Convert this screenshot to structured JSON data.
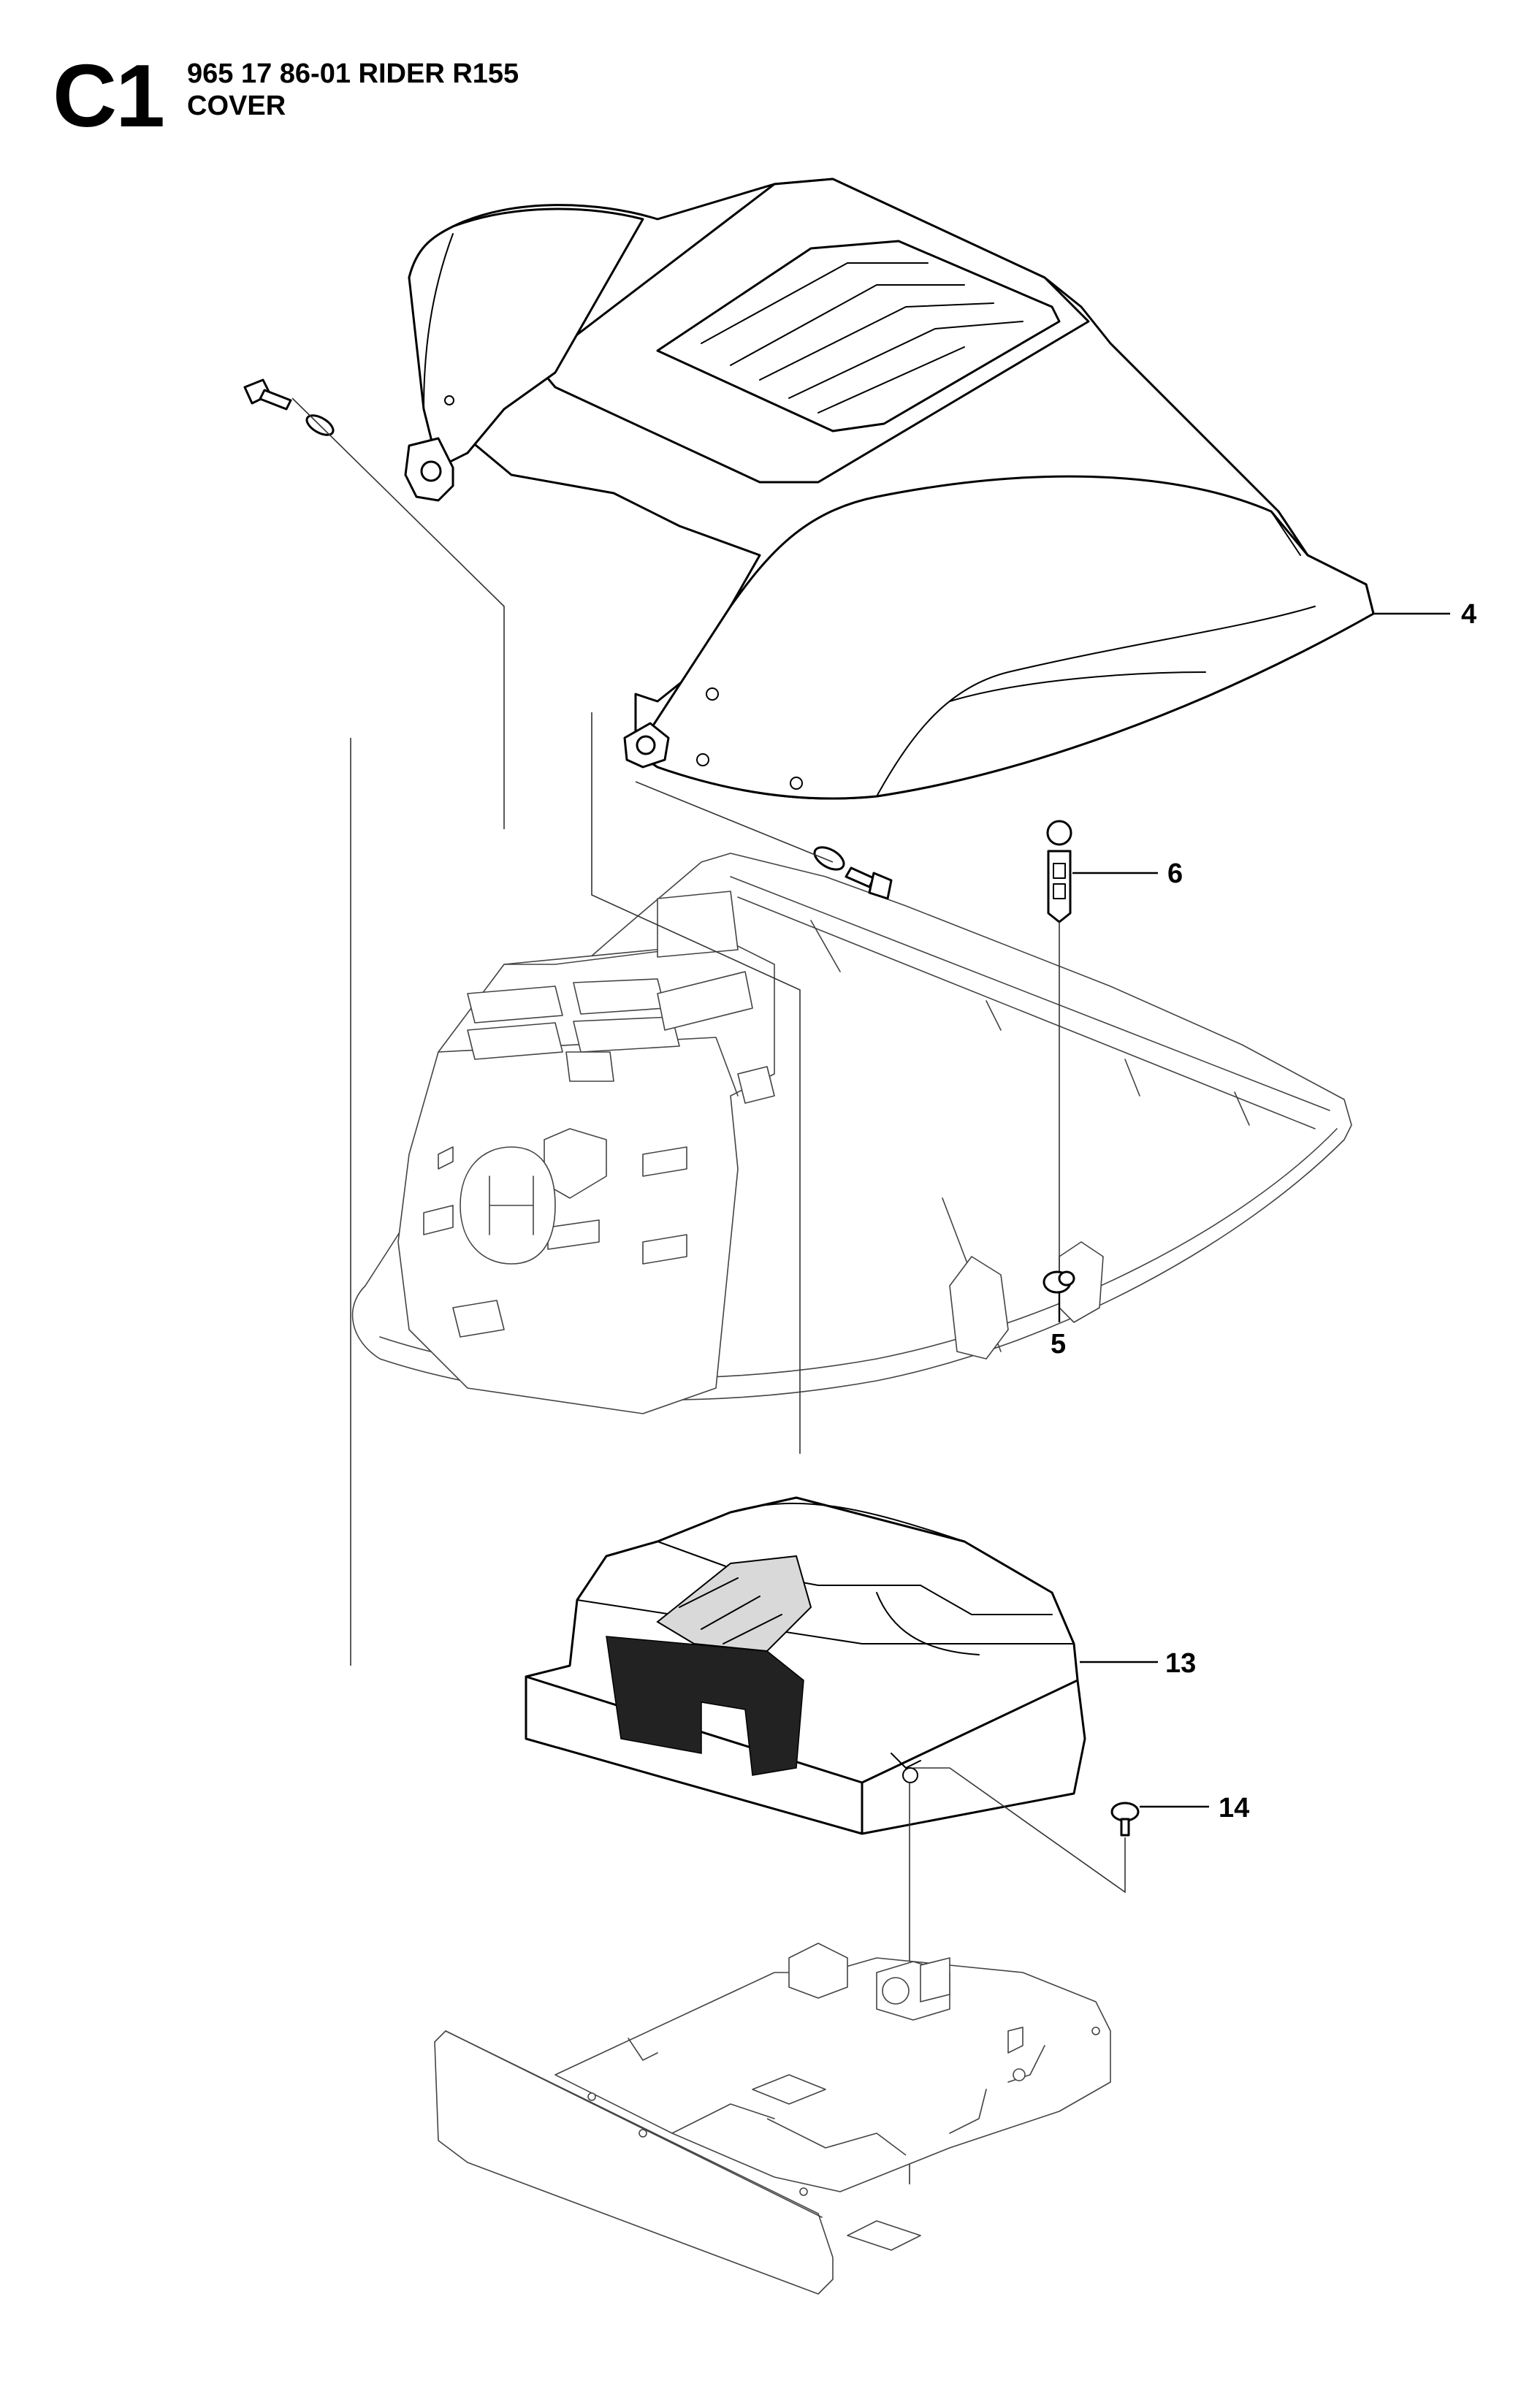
{
  "header": {
    "section_code": "C1",
    "title_line1": "965 17 86-01 RIDER R155",
    "title_line2": "COVER"
  },
  "callouts": [
    {
      "id": "4",
      "label": "4"
    },
    {
      "id": "6",
      "label": "6"
    },
    {
      "id": "5",
      "label": "5"
    },
    {
      "id": "13",
      "label": "13"
    },
    {
      "id": "14",
      "label": "14"
    }
  ]
}
